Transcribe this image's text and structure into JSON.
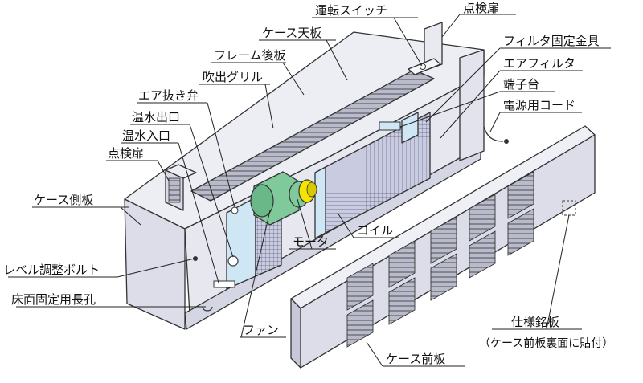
{
  "diagram": {
    "labels": {
      "operation_switch": "運転スイッチ",
      "inspection_door_top": "点検扉",
      "case_top_plate": "ケース天板",
      "filter_fixing_bracket": "フィルタ固定金具",
      "frame_back_plate": "フレーム後板",
      "air_filter": "エアフィルタ",
      "outlet_grille": "吹出グリル",
      "terminal_block": "端子台",
      "air_vent_valve": "エア抜き弁",
      "power_cord": "電源用コード",
      "hot_water_outlet": "温水出口",
      "hot_water_inlet": "温水入口",
      "inspection_door_side": "点検扉",
      "case_side_plate": "ケース側板",
      "motor": "モータ",
      "coil": "コイル",
      "level_bolt": "レベル調整ボルト",
      "floor_hole": "床面固定用長孔",
      "fan": "ファン",
      "nameplate": "仕様銘板",
      "nameplate_note": "（ケース前板裏面に貼付）",
      "case_front_plate": "ケース前板"
    },
    "colors": {
      "case": "#dcdde9",
      "case_top": "#eceef4",
      "coil_blue": "#cfe6f5",
      "motor_green": "#7fc99a",
      "fan_yellow": "#f5e400",
      "outline": "#333333"
    }
  }
}
